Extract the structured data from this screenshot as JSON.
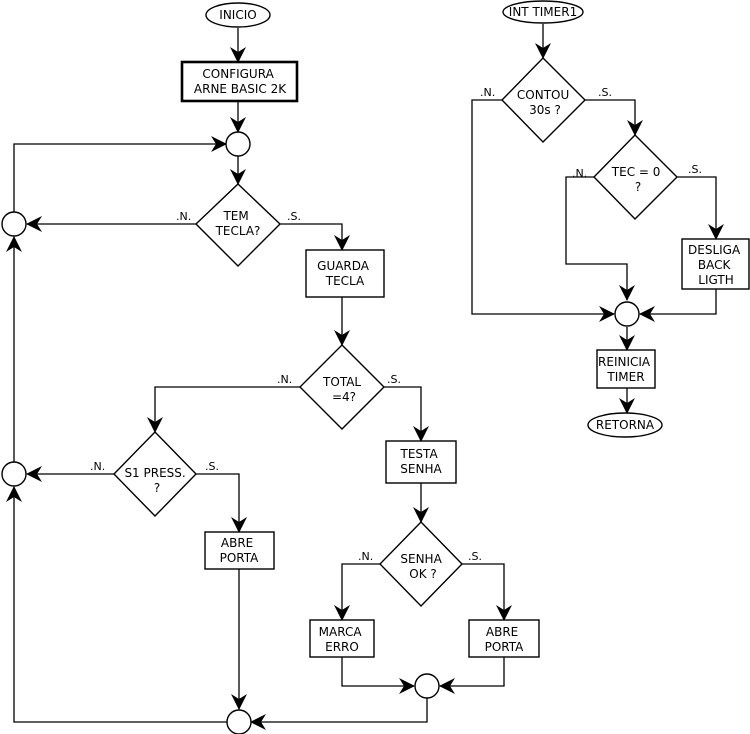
{
  "nodes": {
    "inicio": [
      "INICIO"
    ],
    "configura": [
      "CONFIGURA",
      "ARNE BASIC 2K"
    ],
    "tem_tecla": [
      "TEM",
      "TECLA?"
    ],
    "guarda_tecla": [
      "GUARDA",
      "TECLA"
    ],
    "total": [
      "TOTAL",
      "=4?"
    ],
    "s1_press": [
      "S1 PRESS.",
      "?"
    ],
    "abre_porta_1": [
      "ABRE",
      "PORTA"
    ],
    "testa_senha": [
      "TESTA",
      "SENHA"
    ],
    "senha_ok": [
      "SENHA",
      "OK ?"
    ],
    "marca_erro": [
      "MARCA",
      "ERRO"
    ],
    "abre_porta_2": [
      "ABRE",
      "PORTA"
    ],
    "int_timer1": [
      "INT TIMER1"
    ],
    "contou": [
      "CONTOU",
      "30s ?"
    ],
    "tec0": [
      "TEC = 0",
      "?"
    ],
    "desliga": [
      "DESLIGA",
      "BACK",
      "LIGTH"
    ],
    "reinicia": [
      "REINICIA",
      "TIMER"
    ],
    "retorna": [
      "RETORNA"
    ]
  },
  "edge_labels": {
    "no": ".N.",
    "yes": ".S."
  },
  "colors": {
    "stroke": "#000000",
    "fill": "#ffffff"
  }
}
